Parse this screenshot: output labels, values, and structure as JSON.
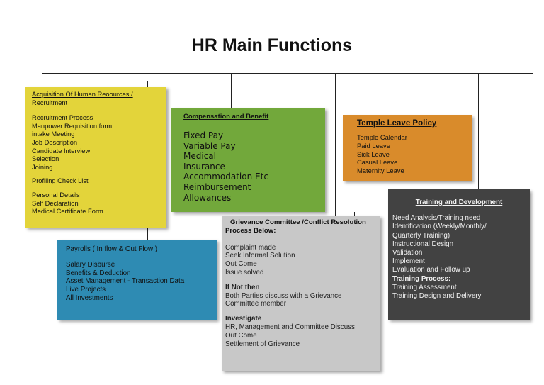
{
  "title": "HR Main Functions",
  "acquisition": {
    "heading_lines": [
      "Acquisition Of Human Reoources /",
      "Recruitment"
    ],
    "items": [
      "Recruitment Process",
      "Manpower Requisition form",
      "intake Meeting",
      "Job Description",
      "Candidate Interview",
      "Selection",
      "Joining"
    ],
    "subheading": "Profiling Check List",
    "sub_items": [
      "Personal Details",
      "Self Declaration",
      "Medical Certificate Form"
    ]
  },
  "payroll": {
    "heading": "Payrolls ( In flow &  Out Flow )",
    "items": [
      "Salary Disburse",
      "Benefits & Deduction",
      "Asset Management - Transaction Data",
      "Live Projects",
      "All Investments"
    ]
  },
  "compensation": {
    "heading": "Compensation and Benefit",
    "items": [
      "Fixed Pay",
      "Variable Pay",
      "Medical",
      "Insurance",
      "Accommodation Etc",
      "Reimbursement",
      "Allowances"
    ]
  },
  "grievance": {
    "heading_lines": [
      "Grievance Committee /Conflict Resolution",
      "Process Below:"
    ],
    "items1": [
      "Complaint made",
      "Seek Informal Solution",
      "Out Come",
      "Issue solved"
    ],
    "label2": "If Not then",
    "items2": [
      "Both Parties discuss with a Grievance",
      "Committee member"
    ],
    "label3": "Investigate",
    "items3": [
      "HR, Management and Committee Discuss",
      "Out Come",
      "Settlement of Grievance"
    ]
  },
  "temple": {
    "heading": "Temple Leave Policy",
    "items": [
      "Temple  Calendar",
      "Paid Leave",
      "Sick Leave",
      "Casual Leave",
      "Maternity Leave"
    ]
  },
  "training": {
    "heading": "Training and Development",
    "items": [
      "Need Analysis/Training need",
      "Identification  (Weekly/Monthly/",
      "Quarterly Training)",
      "Instructional Design",
      "Validation",
      "Implement",
      "Evaluation and Follow up"
    ],
    "label2": "Training Process:",
    "items2": [
      "Training Assessment",
      "Training Design and Delivery"
    ]
  }
}
